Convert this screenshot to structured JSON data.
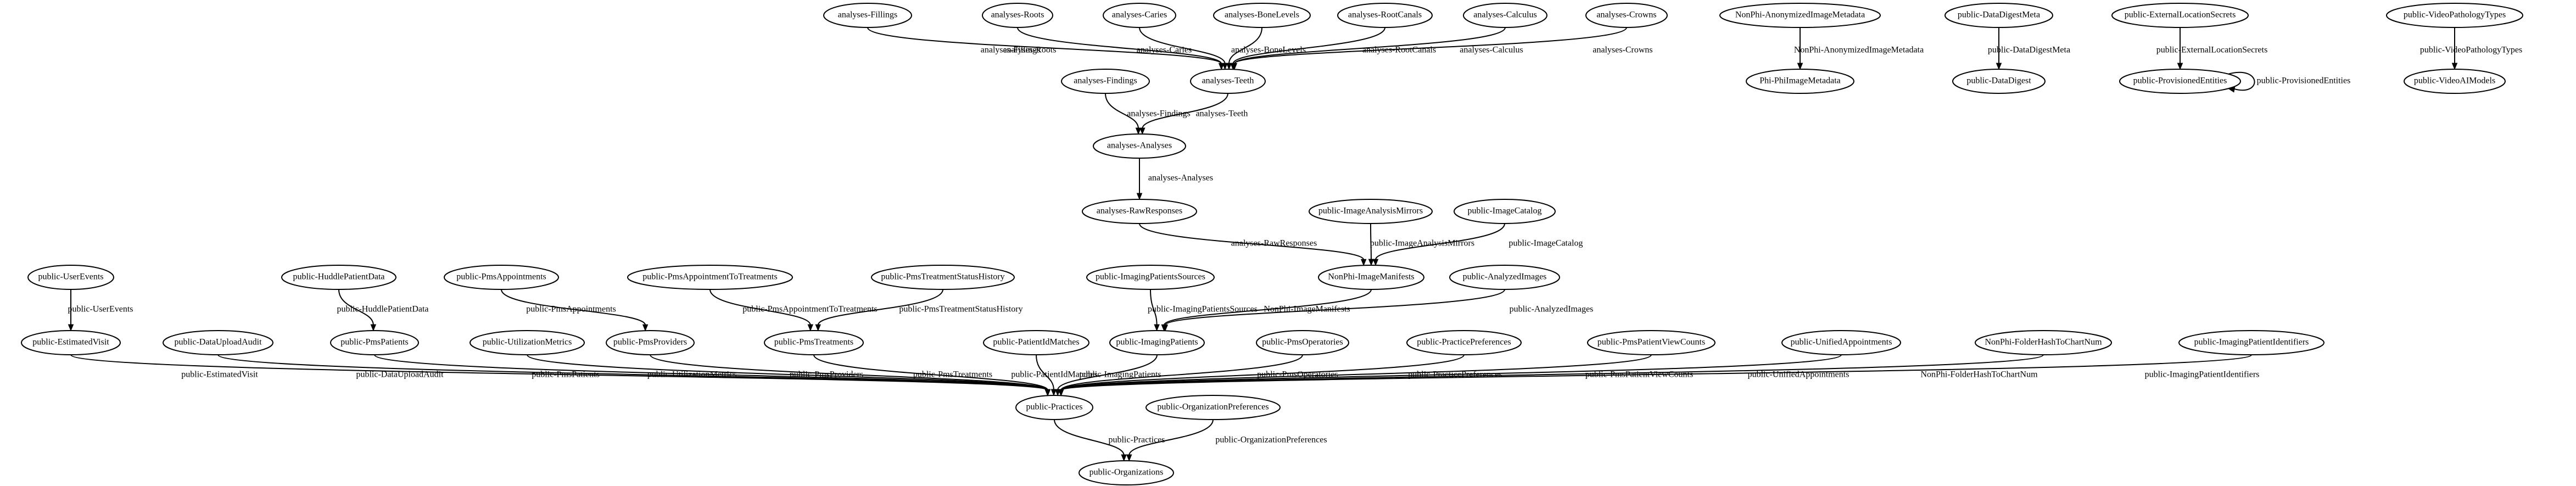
{
  "diagram": {
    "type": "directed-graph",
    "nodes": [
      {
        "id": "n1",
        "label": "analyses-Fillings"
      },
      {
        "id": "n2",
        "label": "analyses-Roots"
      },
      {
        "id": "n3",
        "label": "analyses-Caries"
      },
      {
        "id": "n4",
        "label": "analyses-BoneLevels"
      },
      {
        "id": "n5",
        "label": "analyses-RootCanals"
      },
      {
        "id": "n6",
        "label": "analyses-Calculus"
      },
      {
        "id": "n7",
        "label": "analyses-Crowns"
      },
      {
        "id": "n8",
        "label": "analyses-Findings"
      },
      {
        "id": "n9",
        "label": "analyses-Teeth"
      },
      {
        "id": "n10",
        "label": "analyses-Analyses"
      },
      {
        "id": "n11",
        "label": "analyses-RawResponses"
      },
      {
        "id": "n12",
        "label": "NonPhi-AnonymizedImageMetadata"
      },
      {
        "id": "n13",
        "label": "Phi-PhiImageMetadata"
      },
      {
        "id": "n14",
        "label": "public-DataDigestMeta"
      },
      {
        "id": "n15",
        "label": "public-DataDigest"
      },
      {
        "id": "n16",
        "label": "public-ExternalLocationSecrets"
      },
      {
        "id": "n17",
        "label": "public-ProvisionedEntities"
      },
      {
        "id": "n18",
        "label": "public-VideoPathologyTypes"
      },
      {
        "id": "n19",
        "label": "public-VideoAIModels"
      },
      {
        "id": "n20",
        "label": "public-ImageAnalysisMirrors"
      },
      {
        "id": "n21",
        "label": "public-ImageCatalog"
      },
      {
        "id": "n22",
        "label": "NonPhi-ImageManifests"
      },
      {
        "id": "n23",
        "label": "public-UserEvents"
      },
      {
        "id": "n24",
        "label": "public-HuddlePatientData"
      },
      {
        "id": "n25",
        "label": "public-PmsAppointments"
      },
      {
        "id": "n26",
        "label": "public-PmsAppointmentToTreatments"
      },
      {
        "id": "n27",
        "label": "public-PmsTreatmentStatusHistory"
      },
      {
        "id": "n28",
        "label": "public-ImagingPatientsSources"
      },
      {
        "id": "n29",
        "label": "public-AnalyzedImages"
      },
      {
        "id": "n30",
        "label": "public-EstimatedVisit"
      },
      {
        "id": "n31",
        "label": "public-DataUploadAudit"
      },
      {
        "id": "n32",
        "label": "public-PmsPatients"
      },
      {
        "id": "n33",
        "label": "public-UtilizationMetrics"
      },
      {
        "id": "n34",
        "label": "public-PmsProviders"
      },
      {
        "id": "n35",
        "label": "public-PmsTreatments"
      },
      {
        "id": "n36",
        "label": "public-PatientIdMatches"
      },
      {
        "id": "n37",
        "label": "public-ImagingPatients"
      },
      {
        "id": "n38",
        "label": "public-PmsOperatories"
      },
      {
        "id": "n39",
        "label": "public-PracticePreferences"
      },
      {
        "id": "n40",
        "label": "public-PmsPatientViewCounts"
      },
      {
        "id": "n41",
        "label": "public-UnifiedAppointments"
      },
      {
        "id": "n42",
        "label": "NonPhi-FolderHashToChartNum"
      },
      {
        "id": "n43",
        "label": "public-ImagingPatientIdentifiers"
      },
      {
        "id": "n44",
        "label": "public-Practices"
      },
      {
        "id": "n45",
        "label": "public-OrganizationPreferences"
      },
      {
        "id": "n46",
        "label": "public-Organizations"
      }
    ],
    "edges": [
      {
        "from": "n1",
        "to": "n9",
        "label": "analyses-Fillings"
      },
      {
        "from": "n2",
        "to": "n9",
        "label": "analyses-Roots"
      },
      {
        "from": "n3",
        "to": "n9",
        "label": "analyses-Caries"
      },
      {
        "from": "n4",
        "to": "n9",
        "label": "analyses-BoneLevels"
      },
      {
        "from": "n5",
        "to": "n9",
        "label": "analyses-RootCanals"
      },
      {
        "from": "n6",
        "to": "n9",
        "label": "analyses-Calculus"
      },
      {
        "from": "n7",
        "to": "n9",
        "label": "analyses-Crowns"
      },
      {
        "from": "n8",
        "to": "n10",
        "label": "analyses-Findings"
      },
      {
        "from": "n9",
        "to": "n10",
        "label": "analyses-Teeth"
      },
      {
        "from": "n10",
        "to": "n11",
        "label": "analyses-Analyses"
      },
      {
        "from": "n11",
        "to": "n22",
        "label": "analyses-RawResponses"
      },
      {
        "from": "n12",
        "to": "n13",
        "label": "NonPhi-AnonymizedImageMetadata"
      },
      {
        "from": "n14",
        "to": "n15",
        "label": "public-DataDigestMeta"
      },
      {
        "from": "n16",
        "to": "n17",
        "label": "public-ExternalLocationSecrets"
      },
      {
        "from": "n17",
        "to": "n17",
        "label": "public-ProvisionedEntities"
      },
      {
        "from": "n18",
        "to": "n19",
        "label": "public-VideoPathologyTypes"
      },
      {
        "from": "n20",
        "to": "n22",
        "label": "public-ImageAnalysisMirrors"
      },
      {
        "from": "n21",
        "to": "n22",
        "label": "public-ImageCatalog"
      },
      {
        "from": "n22",
        "to": "n37",
        "label": "NonPhi-ImageManifests"
      },
      {
        "from": "n23",
        "to": "n30",
        "label": "public-UserEvents"
      },
      {
        "from": "n24",
        "to": "n32",
        "label": "public-HuddlePatientData"
      },
      {
        "from": "n25",
        "to": "n34",
        "label": "public-PmsAppointments"
      },
      {
        "from": "n26",
        "to": "n35",
        "label": "public-PmsAppointmentToTreatments"
      },
      {
        "from": "n27",
        "to": "n35",
        "label": "public-PmsTreatmentStatusHistory"
      },
      {
        "from": "n28",
        "to": "n37",
        "label": "public-ImagingPatientsSources"
      },
      {
        "from": "n29",
        "to": "n37",
        "label": "public-AnalyzedImages"
      },
      {
        "from": "n30",
        "to": "n44",
        "label": "public-EstimatedVisit"
      },
      {
        "from": "n31",
        "to": "n44",
        "label": "public-DataUploadAudit"
      },
      {
        "from": "n32",
        "to": "n44",
        "label": "public-PmsPatients"
      },
      {
        "from": "n33",
        "to": "n44",
        "label": "public-UtilizationMetrics"
      },
      {
        "from": "n34",
        "to": "n44",
        "label": "public-PmsProviders"
      },
      {
        "from": "n35",
        "to": "n44",
        "label": "public-PmsTreatments"
      },
      {
        "from": "n36",
        "to": "n44",
        "label": "public-PatientIdMatches"
      },
      {
        "from": "n37",
        "to": "n44",
        "label": "public-ImagingPatients"
      },
      {
        "from": "n38",
        "to": "n44",
        "label": "public-PmsOperatories"
      },
      {
        "from": "n39",
        "to": "n44",
        "label": "public-PracticePreferences"
      },
      {
        "from": "n40",
        "to": "n44",
        "label": "public-PmsPatientViewCounts"
      },
      {
        "from": "n41",
        "to": "n44",
        "label": "public-UnifiedAppointments"
      },
      {
        "from": "n42",
        "to": "n44",
        "label": "NonPhi-FolderHashToChartNum"
      },
      {
        "from": "n43",
        "to": "n44",
        "label": "public-ImagingPatientIdentifiers"
      },
      {
        "from": "n44",
        "to": "n46",
        "label": "public-Practices"
      },
      {
        "from": "n45",
        "to": "n46",
        "label": "public-OrganizationPreferences"
      }
    ]
  }
}
